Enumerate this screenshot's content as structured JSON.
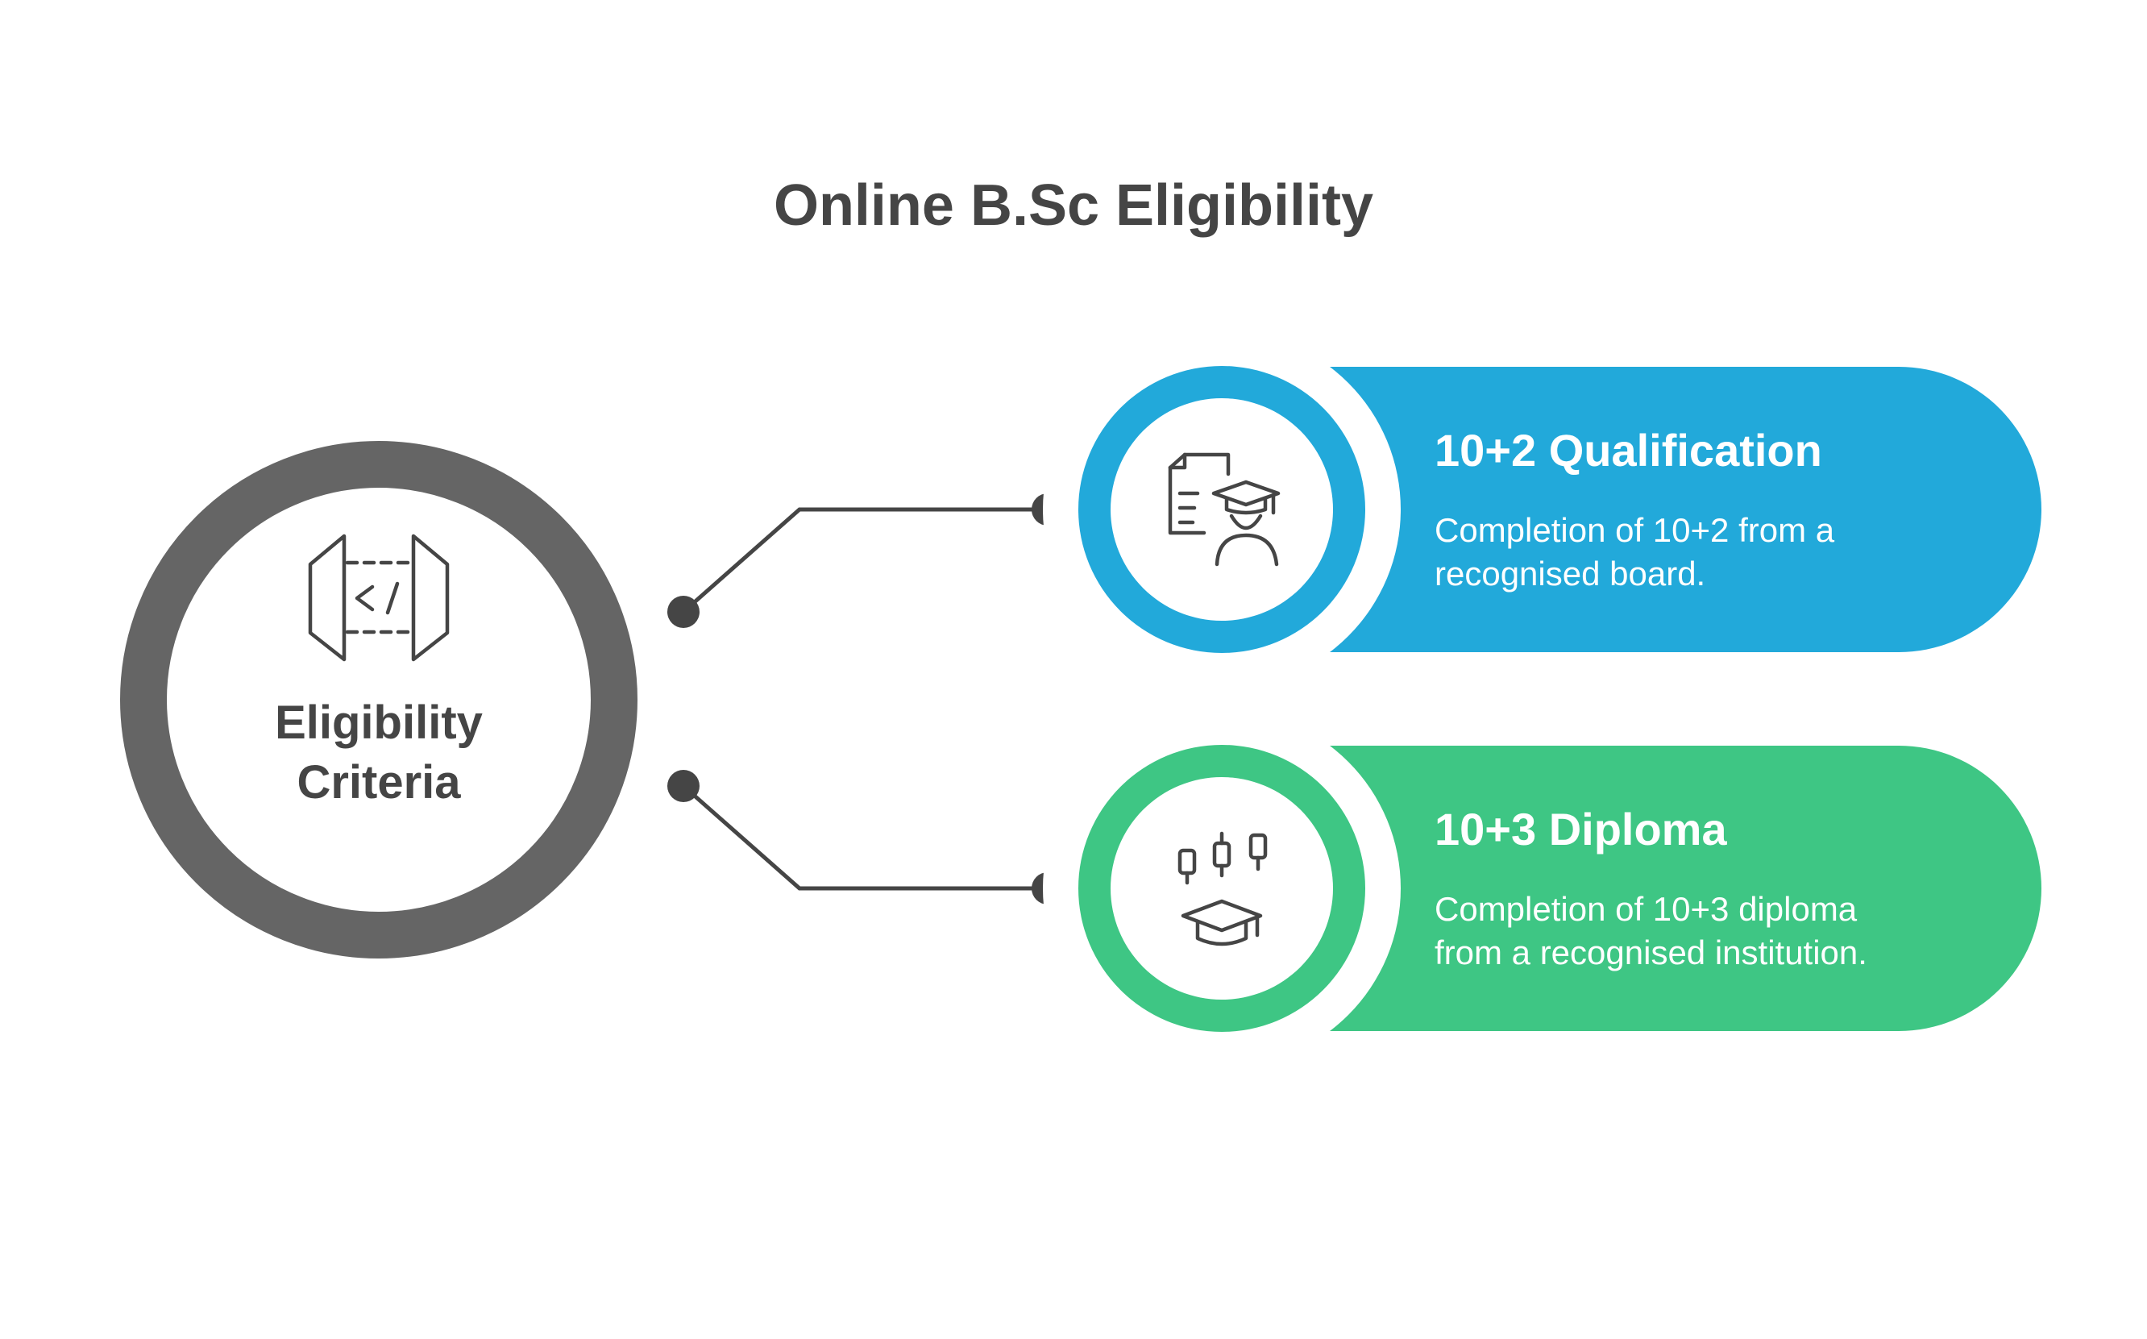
{
  "title": "Online B.Sc Eligibility",
  "hub": {
    "line1": "Eligibility",
    "line2": "Criteria",
    "icon": "code-brackets-icon"
  },
  "items": [
    {
      "title": "10+2 Qualification",
      "desc_line1": "Completion of 10+2 from a",
      "desc_line2": "recognised board.",
      "icon": "document-graduate-icon",
      "color": "#22A9DA"
    },
    {
      "title": "10+3 Diploma",
      "desc_line1": "Completion of 10+3 diploma",
      "desc_line2": "from a recognised institution.",
      "icon": "candlestick-graduation-cap-icon",
      "color": "#3EC684"
    }
  ],
  "colors": {
    "hub_ring": "#656565",
    "connector": "#454545",
    "text_dark": "#454545"
  }
}
